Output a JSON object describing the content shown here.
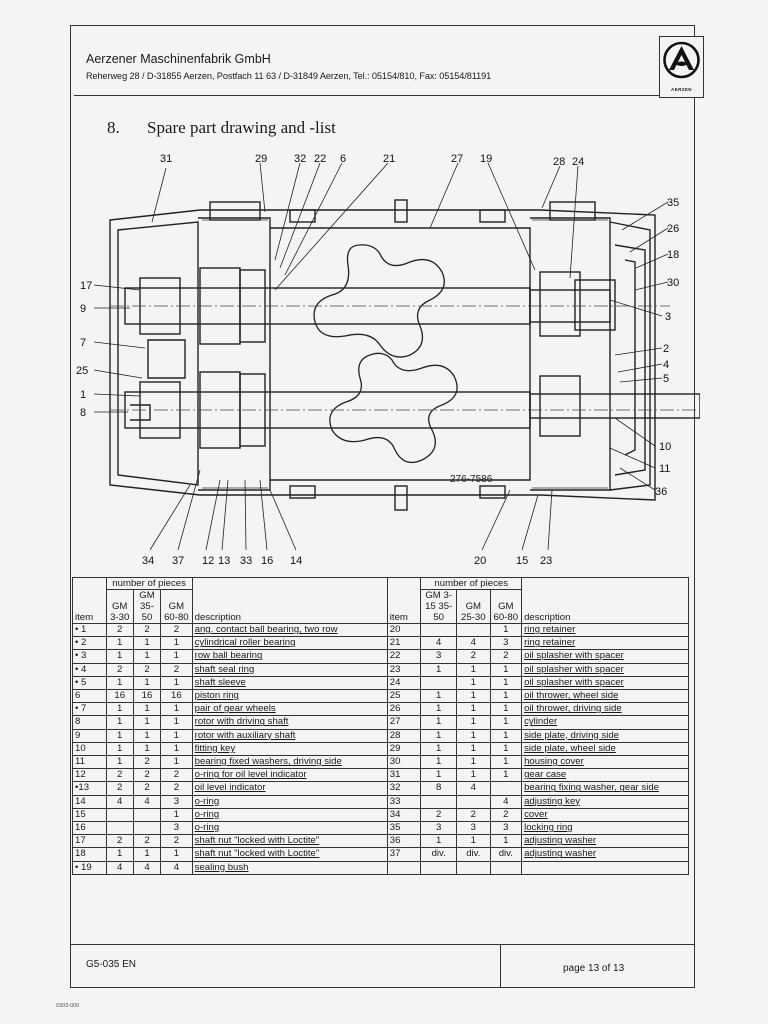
{
  "header": {
    "company": "Aerzener Maschinenfabrik GmbH",
    "address": "Reherweg 28 / D-31855 Aerzen,   Postfach 11 63 / D-31849 Aerzen,   Tel.: 05154/810,   Fax: 05154/81191",
    "logo_text": "AERZEN"
  },
  "section": {
    "number": "8.",
    "title": "Spare part drawing and -list"
  },
  "drawing": {
    "reference_number": "276-7586",
    "callouts": {
      "c31": "31",
      "c29": "29",
      "c32": "32",
      "c22": "22",
      "c6": "6",
      "c21": "21",
      "c27": "27",
      "c19": "19",
      "c28": "28",
      "c24": "24",
      "c35": "35",
      "c26": "26",
      "c18": "18",
      "c30": "30",
      "c3": "3",
      "c2": "2",
      "c4": "4",
      "c5": "5",
      "c10": "10",
      "c11": "11",
      "c36": "36",
      "c17": "17",
      "c9": "9",
      "c7": "7",
      "c25": "25",
      "c1": "1",
      "c8": "8",
      "c34": "34",
      "c37": "37",
      "c12": "12",
      "c13": "13",
      "c33": "33",
      "c16": "16",
      "c14": "14",
      "c20": "20",
      "c15": "15",
      "c23": "23"
    }
  },
  "table": {
    "group_header": "number of pieces",
    "item_header": "item",
    "desc_header": "description",
    "col_left": [
      "GM 3-30",
      "GM 35-50",
      "GM 60-80"
    ],
    "col_right": [
      "GM 3-15 35-50",
      "GM 25-30",
      "GM 60-80"
    ],
    "left_rows": [
      {
        "item": "• 1",
        "a": "2",
        "b": "2",
        "c": "2",
        "desc": "ang. contact ball bearing, two row"
      },
      {
        "item": "• 2",
        "a": "1",
        "b": "1",
        "c": "1",
        "desc": "cylindrical roller bearing"
      },
      {
        "item": "• 3",
        "a": "1",
        "b": "1",
        "c": "1",
        "desc": "row ball bearing"
      },
      {
        "item": "• 4",
        "a": "2",
        "b": "2",
        "c": "2",
        "desc": "shaft seal ring"
      },
      {
        "item": "• 5",
        "a": "1",
        "b": "1",
        "c": "1",
        "desc": "shaft sleeve"
      },
      {
        "item": "6",
        "a": "16",
        "b": "16",
        "c": "16",
        "desc": "piston ring"
      },
      {
        "item": "• 7",
        "a": "1",
        "b": "1",
        "c": "1",
        "desc": "pair of gear wheels"
      },
      {
        "item": "8",
        "a": "1",
        "b": "1",
        "c": "1",
        "desc": "rotor with driving shaft"
      },
      {
        "item": "9",
        "a": "1",
        "b": "1",
        "c": "1",
        "desc": "rotor with auxiliary shaft"
      },
      {
        "item": "10",
        "a": "1",
        "b": "1",
        "c": "1",
        "desc": "fitting key"
      },
      {
        "item": "11",
        "a": "1",
        "b": "2",
        "c": "1",
        "desc": "bearing fixed washers, driving side"
      },
      {
        "item": "12",
        "a": "2",
        "b": "2",
        "c": "2",
        "desc": "o-ring for oil level indicator"
      },
      {
        "item": "•13",
        "a": "2",
        "b": "2",
        "c": "2",
        "desc": "oil level indicator"
      },
      {
        "item": "14",
        "a": "4",
        "b": "4",
        "c": "3",
        "desc": "o-ring"
      },
      {
        "item": "15",
        "a": "",
        "b": "",
        "c": "1",
        "desc": "o-ring"
      },
      {
        "item": "16",
        "a": "",
        "b": "",
        "c": "3",
        "desc": "o-ring"
      },
      {
        "item": "17",
        "a": "2",
        "b": "2",
        "c": "2",
        "desc": "shaft nut \"locked with Loctite\""
      },
      {
        "item": "18",
        "a": "1",
        "b": "1",
        "c": "1",
        "desc": "shaft nut \"locked with Loctite\""
      },
      {
        "item": "• 19",
        "a": "4",
        "b": "4",
        "c": "4",
        "desc": "sealing bush"
      }
    ],
    "right_rows": [
      {
        "item": "20",
        "a": "",
        "b": "",
        "c": "1",
        "desc": "ring retainer"
      },
      {
        "item": "21",
        "a": "4",
        "b": "4",
        "c": "3",
        "desc": "ring retainer"
      },
      {
        "item": "22",
        "a": "3",
        "b": "2",
        "c": "2",
        "desc": "oil splasher with spacer"
      },
      {
        "item": "23",
        "a": "1",
        "b": "1",
        "c": "1",
        "desc": "oil splasher with spacer"
      },
      {
        "item": "24",
        "a": "",
        "b": "1",
        "c": "1",
        "desc": "oil splasher with spacer"
      },
      {
        "item": "25",
        "a": "1",
        "b": "1",
        "c": "1",
        "desc": "oil thrower, wheel side"
      },
      {
        "item": "26",
        "a": "1",
        "b": "1",
        "c": "1",
        "desc": "oil thrower, driving side"
      },
      {
        "item": "27",
        "a": "1",
        "b": "1",
        "c": "1",
        "desc": "cylinder"
      },
      {
        "item": "28",
        "a": "1",
        "b": "1",
        "c": "1",
        "desc": "side plate, driving side"
      },
      {
        "item": "29",
        "a": "1",
        "b": "1",
        "c": "1",
        "desc": "side plate, wheel side"
      },
      {
        "item": "30",
        "a": "1",
        "b": "1",
        "c": "1",
        "desc": "housing cover"
      },
      {
        "item": "31",
        "a": "1",
        "b": "1",
        "c": "1",
        "desc": "gear case"
      },
      {
        "item": "32",
        "a": "8",
        "b": "4",
        "c": "",
        "desc": "bearing fixing washer, gear side"
      },
      {
        "item": "33",
        "a": "",
        "b": "",
        "c": "4",
        "desc": "adjusting key"
      },
      {
        "item": "34",
        "a": "2",
        "b": "2",
        "c": "2",
        "desc": "cover"
      },
      {
        "item": "35",
        "a": "3",
        "b": "3",
        "c": "3",
        "desc": "locking ring"
      },
      {
        "item": "36",
        "a": "1",
        "b": "1",
        "c": "1",
        "desc": "adjusting washer"
      },
      {
        "item": "37",
        "a": "div.",
        "b": "div.",
        "c": "div.",
        "desc": "adjusting washer"
      },
      {
        "item": "",
        "a": "",
        "b": "",
        "c": "",
        "desc": ""
      }
    ]
  },
  "footer": {
    "doc_code": "G5-035 EN",
    "page": "page 13 of 13",
    "print_ref": "0303-000"
  }
}
